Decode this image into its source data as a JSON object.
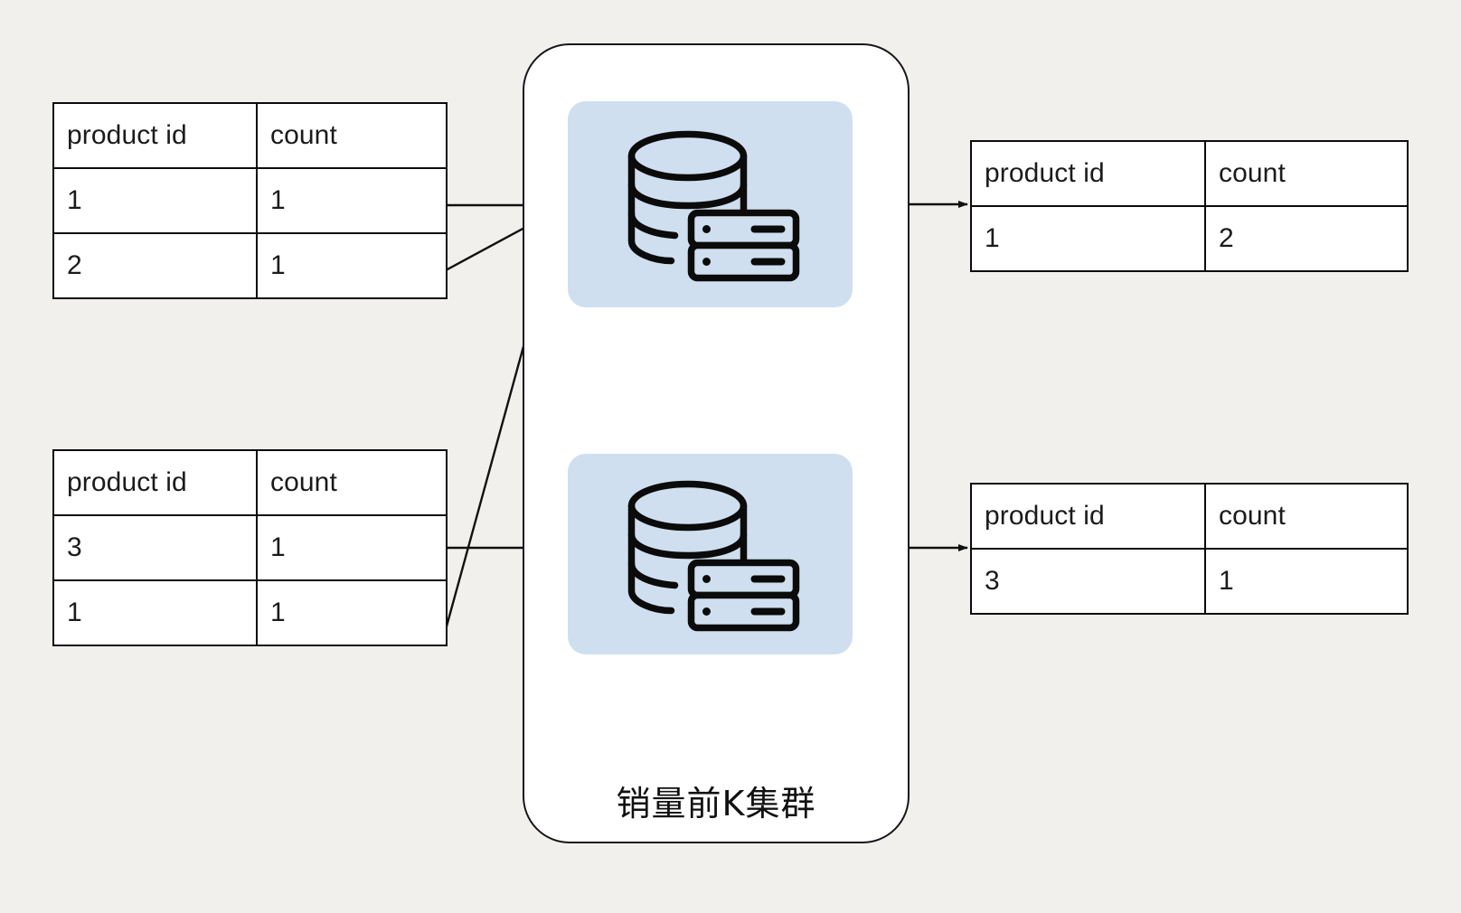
{
  "diagram": {
    "title": "销量前K集群",
    "background_color": "#f2f0ec",
    "node_fill_color": "#cfdff0",
    "stroke_color": "#111111"
  },
  "columns": {
    "product_id": "product id",
    "count": "count"
  },
  "tables": {
    "input_a": {
      "name": "input-table-a",
      "headers": [
        "product id",
        "count"
      ],
      "rows": [
        {
          "product_id": "1",
          "count": "1"
        },
        {
          "product_id": "2",
          "count": "1"
        }
      ]
    },
    "input_b": {
      "name": "input-table-b",
      "headers": [
        "product id",
        "count"
      ],
      "rows": [
        {
          "product_id": "3",
          "count": "1"
        },
        {
          "product_id": "1",
          "count": "1"
        }
      ]
    },
    "output_a": {
      "name": "output-table-a",
      "headers": [
        "product id",
        "count"
      ],
      "rows": [
        {
          "product_id": "1",
          "count": "2"
        }
      ]
    },
    "output_b": {
      "name": "output-table-b",
      "headers": [
        "product id",
        "count"
      ],
      "rows": [
        {
          "product_id": "3",
          "count": "1"
        }
      ]
    }
  },
  "nodes": [
    {
      "id": "shard-1",
      "icon": "database-server-icon"
    },
    {
      "id": "shard-2",
      "icon": "database-server-icon"
    }
  ],
  "edges": [
    {
      "from": "input_a.row1",
      "to": "shard-1"
    },
    {
      "from": "input_a.row2",
      "to": "shard-1"
    },
    {
      "from": "input_b.row2",
      "to": "shard-1"
    },
    {
      "from": "input_b.row1",
      "to": "shard-2"
    },
    {
      "from": "shard-1",
      "to": "output_a"
    },
    {
      "from": "shard-2",
      "to": "output_b"
    }
  ]
}
